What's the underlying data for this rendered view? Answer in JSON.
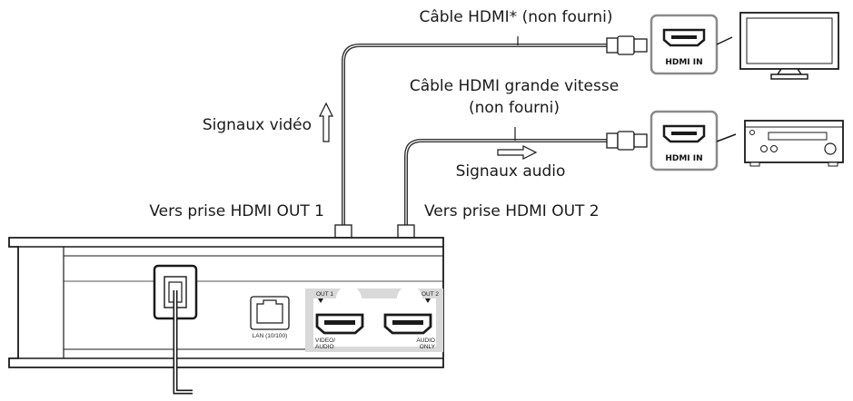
{
  "labels": {
    "cable_top": "Câble HDMI* (non fourni)",
    "cable_mid_line1": "Câble HDMI grande vitesse",
    "cable_mid_line2": "(non fourni)",
    "video_signals": "Signaux vidéo",
    "audio_signals": "Signaux audio",
    "to_out1": "Vers prise HDMI OUT 1",
    "to_out2": "Vers prise HDMI OUT 2"
  },
  "devices": {
    "tv_port_label": "HDMI IN",
    "receiver_port_label": "HDMI IN"
  },
  "player_panel": {
    "lan_label": "LAN (10/100)",
    "out1_label": "OUT 1",
    "out2_label": "OUT 2",
    "video_audio_line1": "VIDEO/",
    "video_audio_line2": "AUDIO",
    "audio_only_line1": "AUDIO",
    "audio_only_line2": "ONLY"
  },
  "colors": {
    "line": "#1a1a1a",
    "device_border": "#8a8a8a",
    "panel_gray": "#d9d9d9",
    "cable_dark": "#333333"
  }
}
